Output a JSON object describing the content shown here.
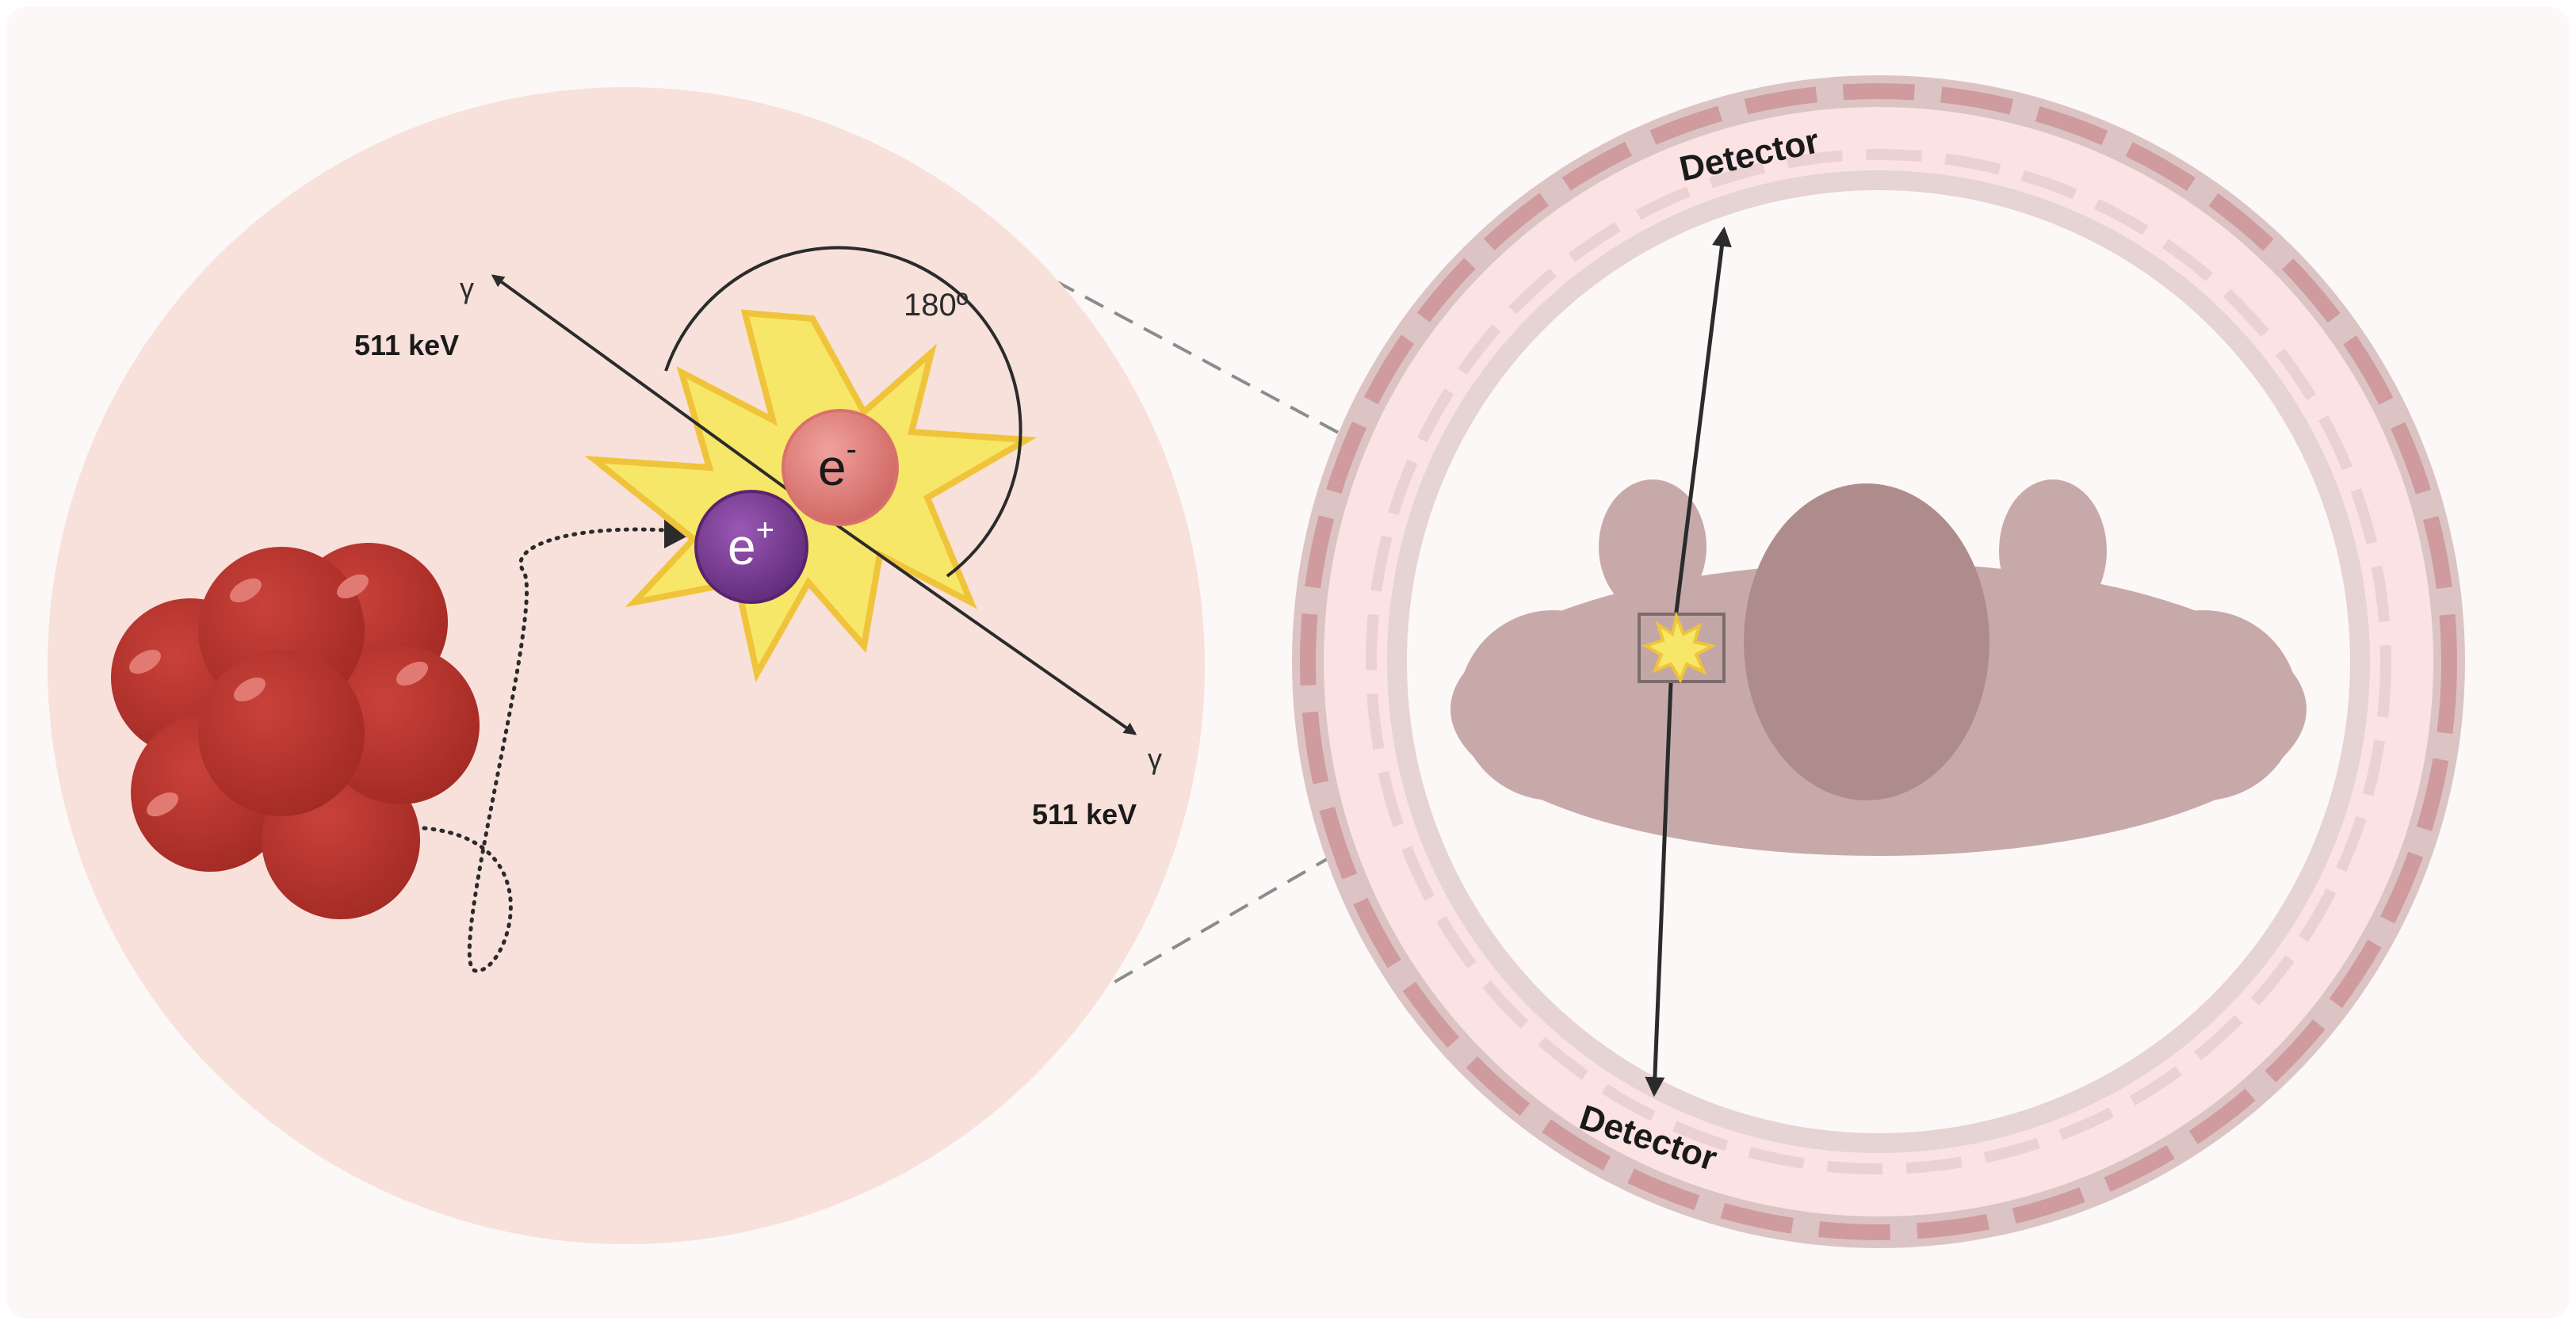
{
  "labels": {
    "gamma_top": "γ",
    "energy_top": "511 keV",
    "gamma_bottom": "γ",
    "energy_bottom": "511 keV",
    "angle": "180º",
    "electron_base": "e",
    "electron_sup": "-",
    "positron_base": "e",
    "positron_sup": "+",
    "detector_top": "Detector",
    "detector_bottom": "Detector"
  },
  "colors": {
    "page_bg": "#fcf8f7",
    "inset_circle": "#f8e1db",
    "nucleus": "#b8332c",
    "nucleus_highlight": "#e27a74",
    "positron": "#7b3a97",
    "electron": "#e07e7a",
    "flash_fill": "#f7e768",
    "flash_stroke": "#f0c43a",
    "ring_outer": "#dcc4c4",
    "ring_inner": "#fbe3e3",
    "ring_segment": "#cf9b9f",
    "body": "#c8a9aa",
    "organ": "#ae8c8c",
    "arrow": "#2b2b2b"
  }
}
